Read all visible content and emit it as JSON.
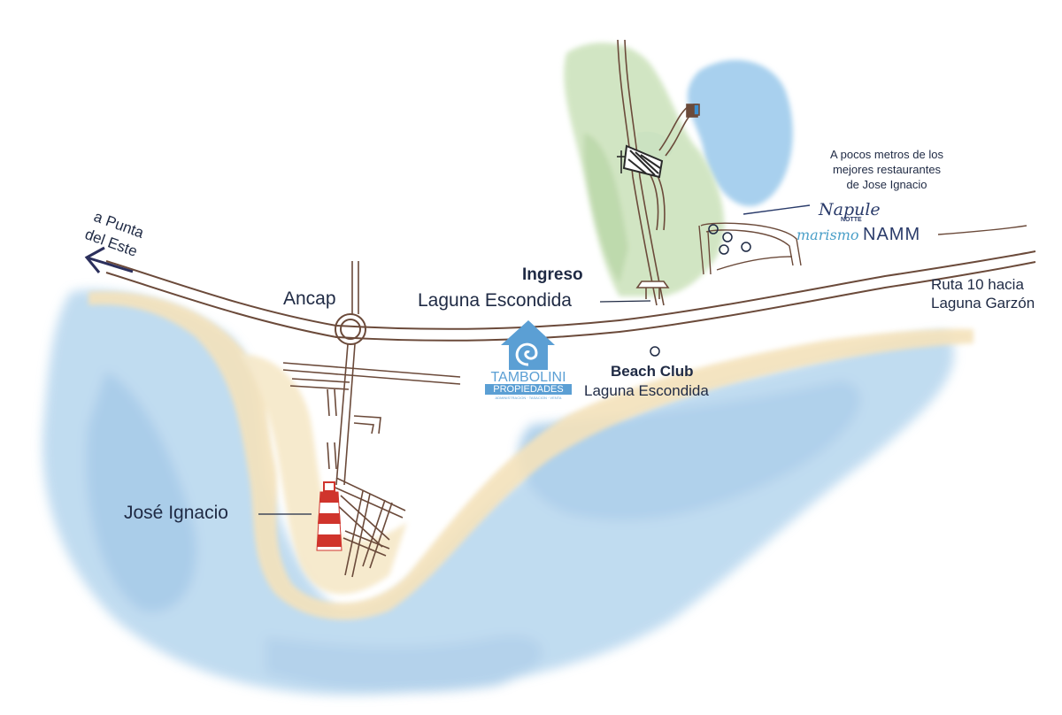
{
  "labels": {
    "punta_del_este_line1": "a Punta",
    "punta_del_este_line2": "del Este",
    "ancap": "Ancap",
    "ingreso": "Ingreso",
    "laguna_escondida_ingreso": "Laguna Escondida",
    "beach_club": "Beach Club",
    "beach_club_laguna": "Laguna Escondida",
    "jose_ignacio": "José Ignacio",
    "ruta_10_line1": "Ruta 10 hacia",
    "ruta_10_line2": "Laguna Garzón",
    "restaurants_line1": "A pocos metros de los",
    "restaurants_line2": "mejores restaurantes",
    "restaurants_line3": "de Jose Ignacio"
  },
  "restaurants": {
    "napule": "Napule",
    "napule_sub": "NOTTE",
    "marismo": "marismo",
    "namm": "NAMM"
  },
  "logo": {
    "name": "TAMBOLINI",
    "sub": "PROPIEDADES",
    "tagline": "ADMINISTRACION · TASACION · VENTA"
  },
  "colors": {
    "road": "#6b4a3a",
    "water": "#a9cde9",
    "sand": "#f4e4c0",
    "green": "#cfe3bf",
    "text": "#1f2a44",
    "logo": "#5b9fd4",
    "lighthouse_red": "#d0342c",
    "napule": "#2a3b6a",
    "marismo": "#4a9fc8"
  }
}
